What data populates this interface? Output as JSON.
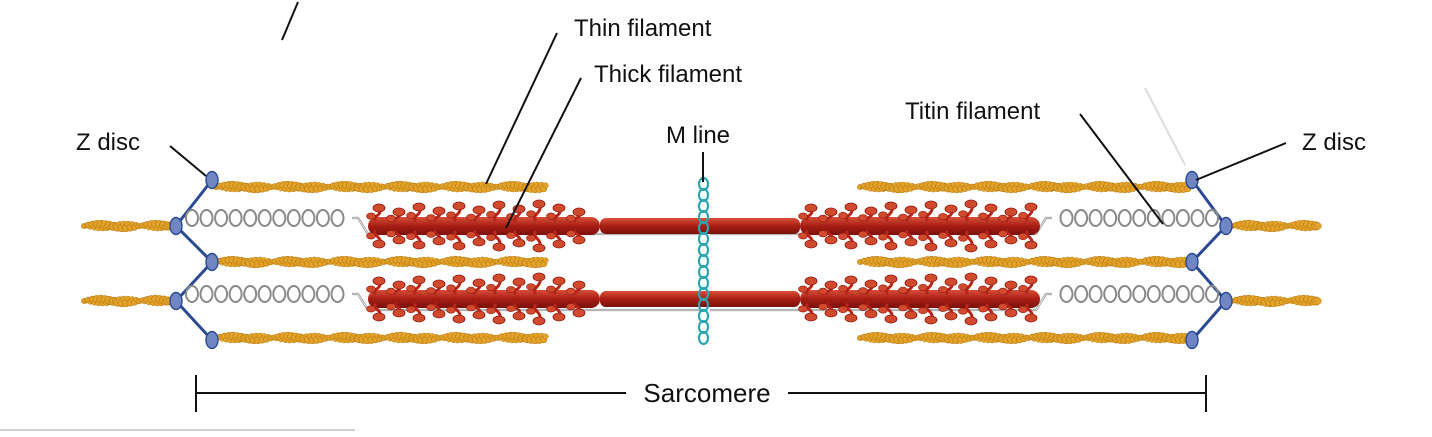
{
  "labels": {
    "z_disc_left": "Z disc",
    "z_disc_right": "Z disc",
    "thin_filament": "Thin filament",
    "thick_filament": "Thick filament",
    "m_line": "M line",
    "titin_filament": "Titin filament",
    "sarcomere": "Sarcomere"
  },
  "colors": {
    "actin": "#e3a32a",
    "actin_dark": "#b97a10",
    "myosin": "#b8261a",
    "myosin_head": "#d24a2e",
    "titin": "#8a8a8a",
    "z_disc": "#2c4a93",
    "z_disc_node": "#6f86c2",
    "m_line": "#2aa6b0",
    "ink": "#111111"
  }
}
